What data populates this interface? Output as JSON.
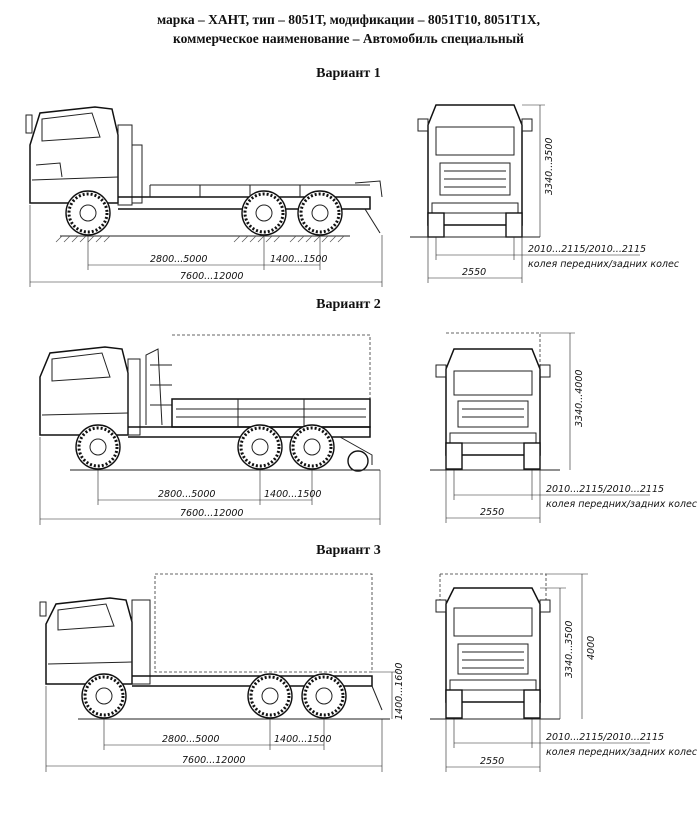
{
  "header": {
    "line1": "марка – ХАНТ, тип – 8051Т, модификации – 8051Т10, 8051Т1Х,",
    "line2": "коммерческое наименование – Автомобиль специальный"
  },
  "variants": [
    {
      "label": "Вариант 1",
      "dims": {
        "wheelbase": "2800...5000",
        "rear_bogie": "1400...1500",
        "length": "7600...12000",
        "height": "3340...3500",
        "track": "2010...2115/2010...2115",
        "width": "2550",
        "track_note": "колея передних/задних колес"
      }
    },
    {
      "label": "Вариант 2",
      "dims": {
        "wheelbase": "2800...5000",
        "rear_bogie": "1400...1500",
        "length": "7600...12000",
        "height": "3340...4000",
        "track": "2010...2115/2010...2115",
        "width": "2550",
        "track_note": "колея передних/задних колес"
      }
    },
    {
      "label": "Вариант 3",
      "dims": {
        "wheelbase": "2800...5000",
        "rear_bogie": "1400...1500",
        "length": "7600...12000",
        "frame_height": "1400...1600",
        "height": "3340...3500",
        "height_total": "4000",
        "track": "2010...2115/2010...2115",
        "width": "2550",
        "track_note": "колея передних/задних колес"
      }
    }
  ]
}
